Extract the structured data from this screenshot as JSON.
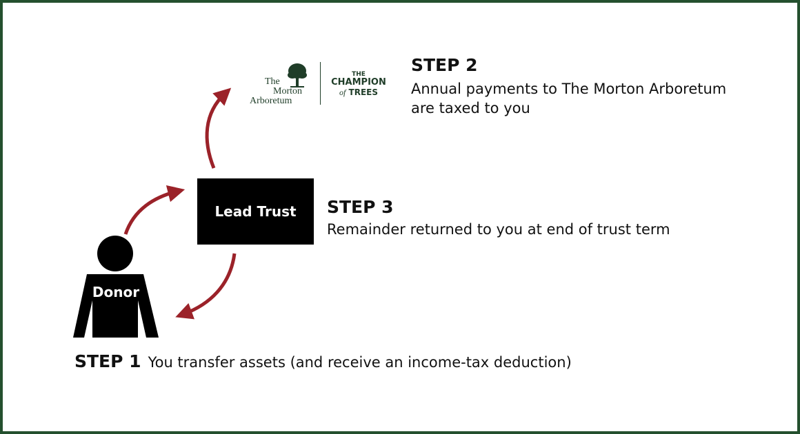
{
  "logo": {
    "org_line1": "The",
    "org_line2": "Morton",
    "org_line3": "Arboretum",
    "champion_line1": "THE",
    "champion_line2": "CHAMPION",
    "champion_line3a": "of",
    "champion_line3b": "TREES"
  },
  "step2": {
    "title": "STEP 2",
    "line1": "Annual payments to The Morton Arboretum",
    "line2": "are taxed to you"
  },
  "step3": {
    "title": "STEP 3",
    "line1": "Remainder returned to you at end of trust term"
  },
  "step1": {
    "title": "STEP 1",
    "text": "You transfer assets (and receive an income-tax deduction)"
  },
  "nodes": {
    "trust_label": "Lead Trust",
    "donor_label": "Donor"
  },
  "colors": {
    "border": "#24502e",
    "arrow": "#9b2229",
    "logo_green": "#1f3d28"
  }
}
